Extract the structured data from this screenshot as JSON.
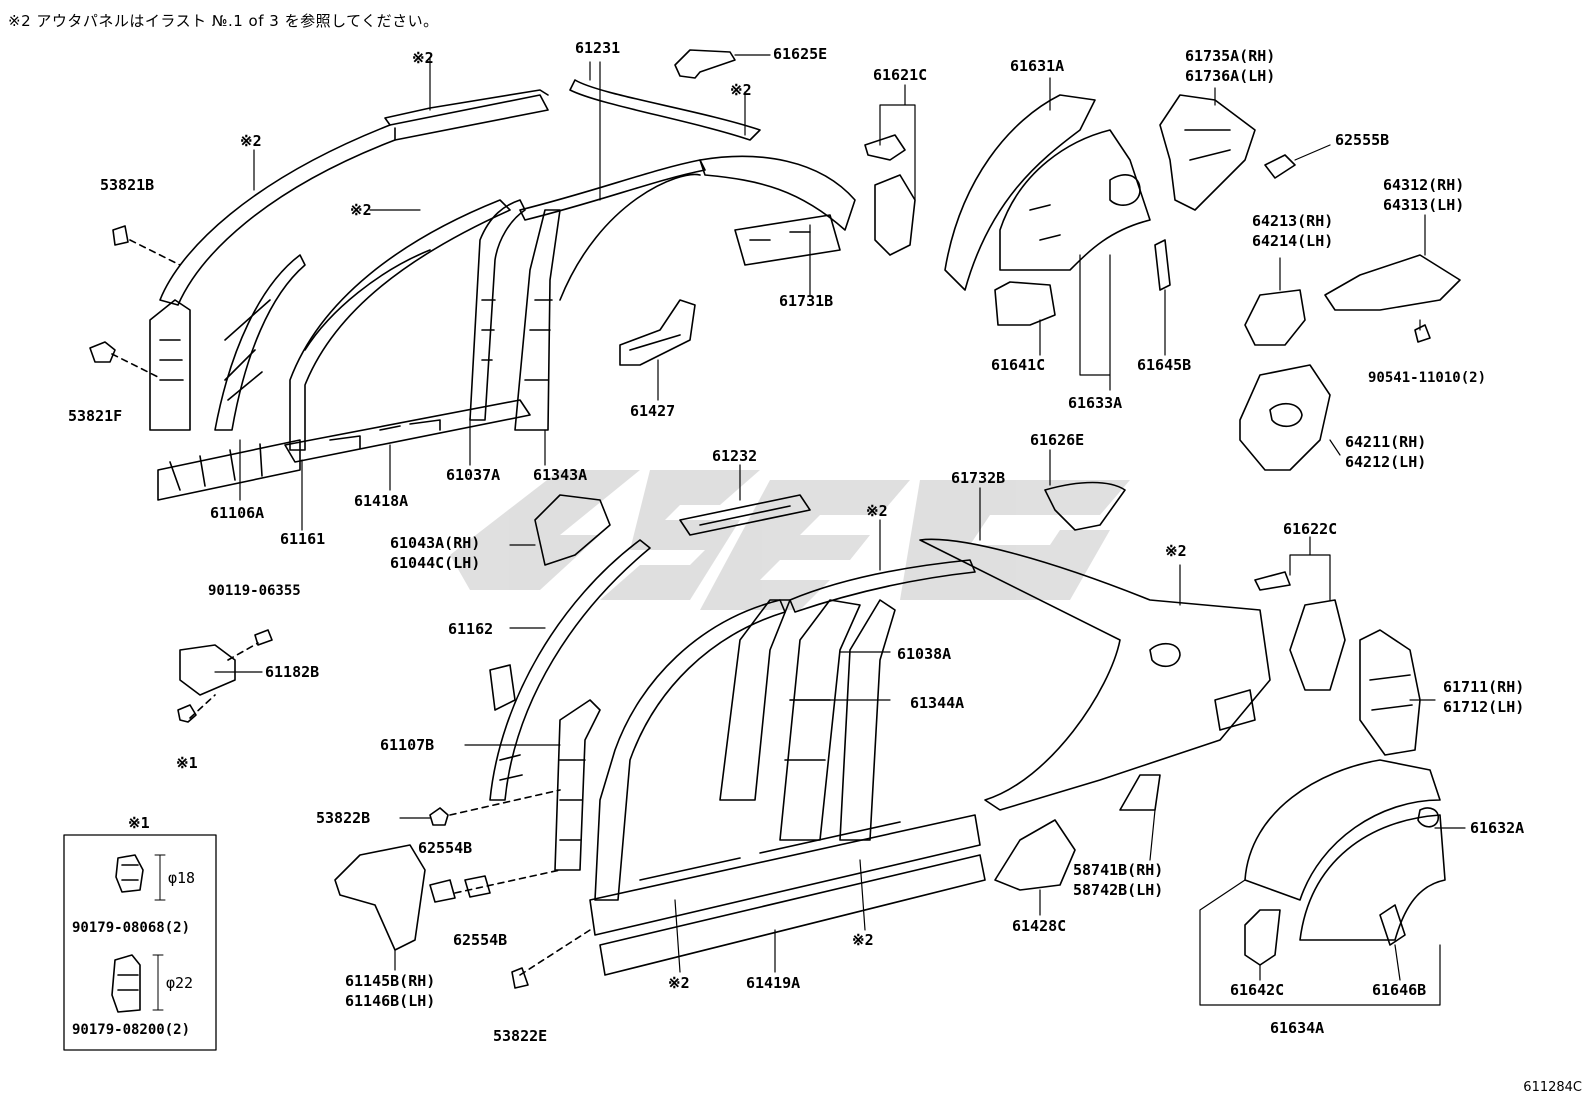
{
  "note": "※2 アウタパネルはイラスト №.1 of 3 を参照してください。",
  "figure_id": "611284C",
  "legend_box": {
    "title": "※1",
    "items": [
      {
        "part": "90179-08068(2)",
        "dimension": "φ18"
      },
      {
        "part": "90179-08200(2)",
        "dimension": "φ22"
      }
    ]
  },
  "marks": {
    "ref1": "※1",
    "ref2": "※2"
  },
  "parts": {
    "p53821B": "53821B",
    "p53821F": "53821F",
    "p61231": "61231",
    "p61625E": "61625E",
    "p61621C": "61621C",
    "p61631A": "61631A",
    "p61735A": "61735A(RH)",
    "p61736A": "61736A(LH)",
    "p62555B": "62555B",
    "p64312": "64312(RH)",
    "p64313": "64313(LH)",
    "p64213": "64213(RH)",
    "p64214": "64214(LH)",
    "p61731B": "61731B",
    "p61641C": "61641C",
    "p61645B": "61645B",
    "p61633A": "61633A",
    "p90541": "90541-11010(2)",
    "p64211": "64211(RH)",
    "p64212": "64212(LH)",
    "p61427": "61427",
    "p61106A": "61106A",
    "p61161": "61161",
    "p61418A": "61418A",
    "p61037A": "61037A",
    "p61343A": "61343A",
    "p61232": "61232",
    "p61626E": "61626E",
    "p61732B": "61732B",
    "p61043A": "61043A(RH)",
    "p61044C": "61044C(LH)",
    "p61622C": "61622C",
    "p90119": "90119-06355",
    "p61182B": "61182B",
    "p61162": "61162",
    "p61038A": "61038A",
    "p61344A": "61344A",
    "p61711": "61711(RH)",
    "p61712": "61712(LH)",
    "p61107B": "61107B",
    "p53822B": "53822B",
    "p62554B_1": "62554B",
    "p62554B_2": "62554B",
    "p58741B": "58741B(RH)",
    "p58742B": "58742B(LH)",
    "p61632A": "61632A",
    "p61428C": "61428C",
    "p61145B": "61145B(RH)",
    "p61146B": "61146B(LH)",
    "p61419A": "61419A",
    "p53822E": "53822E",
    "p61642C": "61642C",
    "p61646B": "61646B",
    "p61634A": "61634A"
  }
}
